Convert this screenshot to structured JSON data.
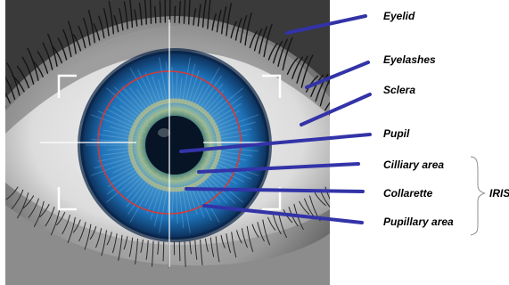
{
  "labels": {
    "eyelid": "Eyelid",
    "eyelashes": "Eyelashes",
    "sclera": "Sclera",
    "pupil": "Pupil",
    "ciliary": "Cilliary area",
    "collarette": "Collarette",
    "pupillary": "Pupillary area",
    "iris_group": "IRIS"
  },
  "colors": {
    "pointer": "#3333a8",
    "iris": "#1f76bb",
    "iris_ring": "#d23a3a",
    "pupil": "#061426",
    "crosshair": "#ffffff"
  }
}
